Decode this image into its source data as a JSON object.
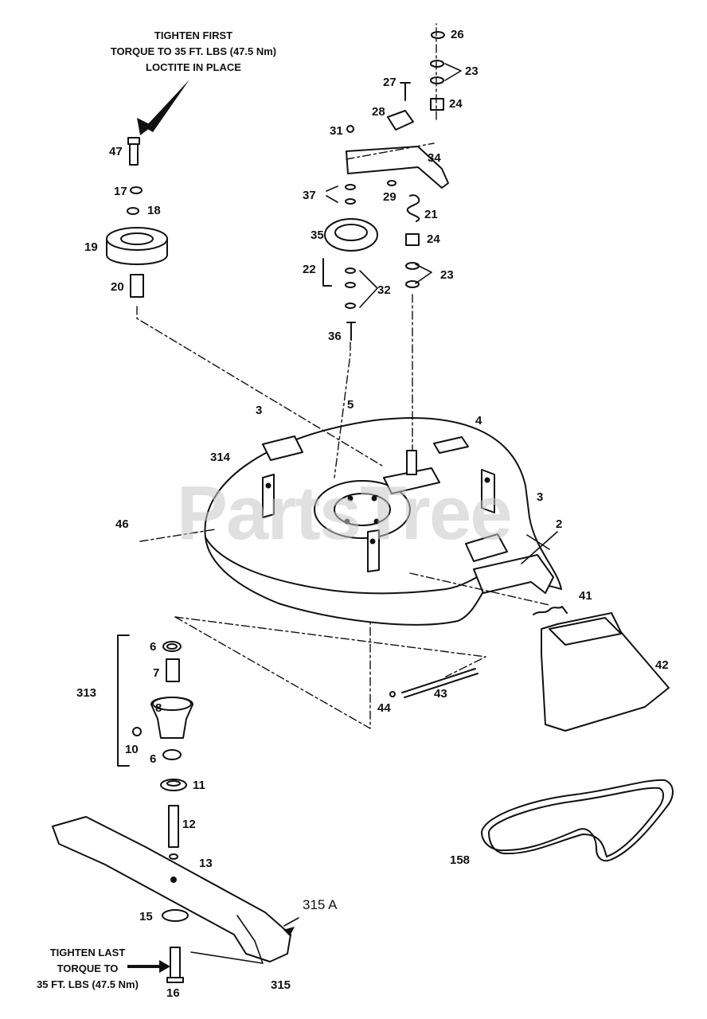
{
  "watermark": "PartsTree",
  "notes": {
    "first": [
      "TIGHTEN FIRST",
      "TORQUE TO 35 FT. LBS (47.5 Nm)",
      "LOCTITE IN PLACE"
    ],
    "last": [
      "TIGHTEN LAST",
      "TORQUE TO",
      "35 FT. LBS (47.5 Nm)"
    ]
  },
  "parts": {
    "p26": "26",
    "p23a": "23",
    "p27": "27",
    "p24a": "24",
    "p28": "28",
    "p31": "31",
    "p34": "34",
    "p37": "37",
    "p29": "29",
    "p21": "21",
    "p35": "35",
    "p24b": "24",
    "p22": "22",
    "p23b": "23",
    "p32": "32",
    "p36": "36",
    "p47": "47",
    "p17": "17",
    "p18": "18",
    "p19": "19",
    "p20": "20",
    "p3a": "3",
    "p5": "5",
    "p4": "4",
    "p314": "314",
    "p3b": "3",
    "p2": "2",
    "p46": "46",
    "p41": "41",
    "p42": "42",
    "p43": "43",
    "p44": "44",
    "p6a": "6",
    "p7": "7",
    "p313": "313",
    "p8": "8",
    "p10": "10",
    "p6b": "6",
    "p11": "11",
    "p12": "12",
    "p13": "13",
    "p158": "158",
    "p315a": "315 A",
    "p15": "15",
    "p16": "16",
    "p315": "315"
  }
}
